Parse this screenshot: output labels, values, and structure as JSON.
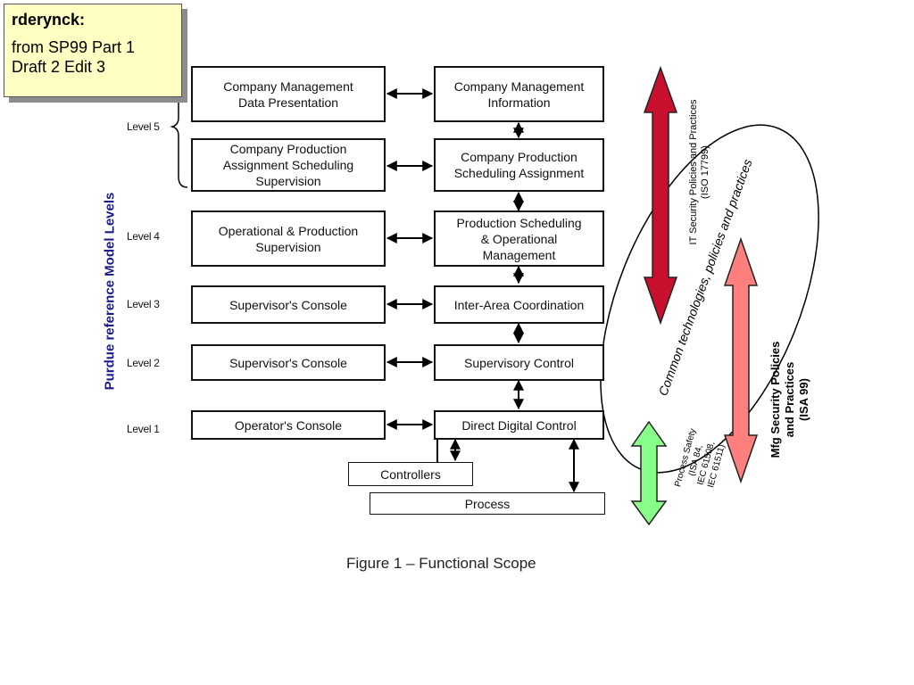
{
  "note": {
    "author": "rderynck:",
    "text": "from SP99 Part 1 Draft 2 Edit 3"
  },
  "axis_label": "Purdue reference Model Levels",
  "levels": [
    "Level 5",
    "Level 4",
    "Level 3",
    "Level 2",
    "Level 1"
  ],
  "boxes": {
    "company_mgmt_data_presentation": "Company Management\nData Presentation",
    "company_mgmt_information": "Company Management\nInformation",
    "company_production_assignment": "Company Production\nAssignment Scheduling\nSupervision",
    "company_production_scheduling": "Company Production\nScheduling Assignment",
    "operational_production_supervision": "Operational & Production\nSupervision",
    "production_scheduling_operational": "Production Scheduling\n& Operational\nManagement",
    "supervisors_console_l3": "Supervisor's Console",
    "inter_area_coordination": "Inter-Area Coordination",
    "supervisors_console_l2": "Supervisor's Console",
    "supervisory_control": "Supervisory Control",
    "operators_console": "Operator's Console",
    "direct_digital_control": "Direct Digital Control",
    "controllers": "Controllers",
    "process": "Process"
  },
  "annotations": {
    "it_security": [
      "IT Security Policies and Practices",
      "(ISO 17799)"
    ],
    "common_tech": "Common technologies, policies and practices",
    "mfg_security": [
      "Mfg Security Policies",
      "and Practices",
      "(ISA 99)"
    ],
    "process_safety": [
      "Process Safety",
      "(ISA 84,",
      "IEC 61508,",
      "IEC 61511)"
    ]
  },
  "colors": {
    "it_arrow": "#c8102e",
    "mfg_arrow": "#ff7f7f",
    "safety_arrow": "#88ff88",
    "axis_label": "#1a1a8c",
    "note_bg": "#ffffc4"
  },
  "caption": "Figure 1 – Functional Scope"
}
